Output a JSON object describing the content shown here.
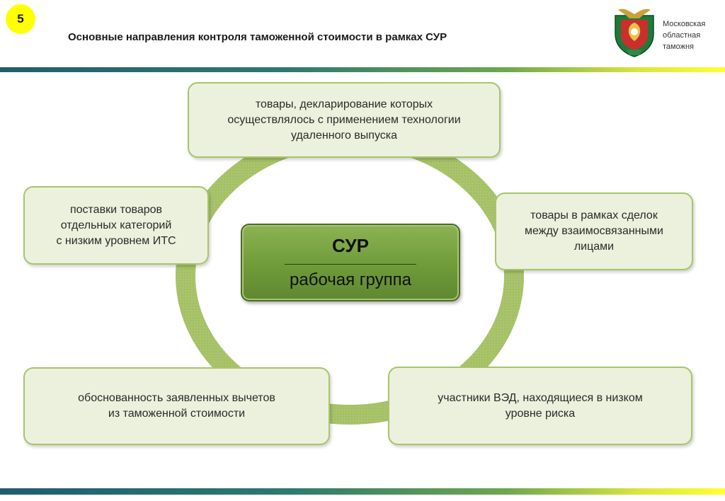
{
  "header": {
    "slide_number": "5",
    "title": "Основные направления контроля таможенной стоимости в рамках СУР",
    "org_name": "Московская\nобластная\nтаможня"
  },
  "center": {
    "title": "СУР",
    "subtitle": "рабочая группа"
  },
  "nodes": {
    "top": "товары, декларирование которых\nосуществлялось с применением технологии\nудаленного выпуска",
    "left": "поставки товаров\nотдельных категорий\nс низким уровнем ИТС",
    "right": "товары в рамках сделок\nмежду взаимосвязанными\nлицами",
    "bottom_left": "обоснованность заявленных вычетов\nиз таможенной стоимости",
    "bottom_right": "участники ВЭД, находящиеся в низком\nуровне риска"
  },
  "colors": {
    "accent_yellow": "#ffff00",
    "ring_green": "#a9c46b",
    "box_fill": "#ebf1dd",
    "center_fill": "#6f9b3a"
  }
}
